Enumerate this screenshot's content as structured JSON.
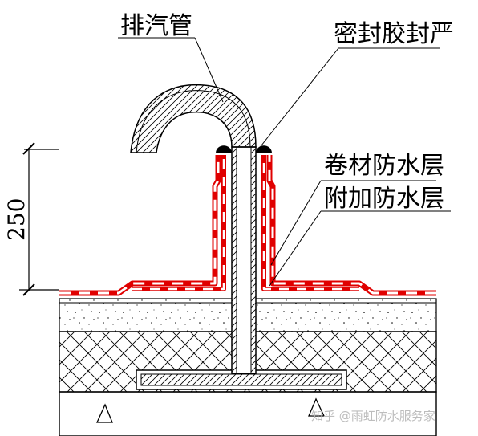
{
  "labels": {
    "vent_pipe": "排汽管",
    "sealant": "密封胶封严",
    "membrane_layer": "卷材防水层",
    "additional_layer": "附加防水层"
  },
  "dimension": {
    "height_value": "250"
  },
  "watermark": {
    "text": "知乎 @雨虹防水服务家"
  },
  "colors": {
    "membrane_red": "#e00000",
    "line": "#000000",
    "watermark": "#bdbdbd"
  }
}
